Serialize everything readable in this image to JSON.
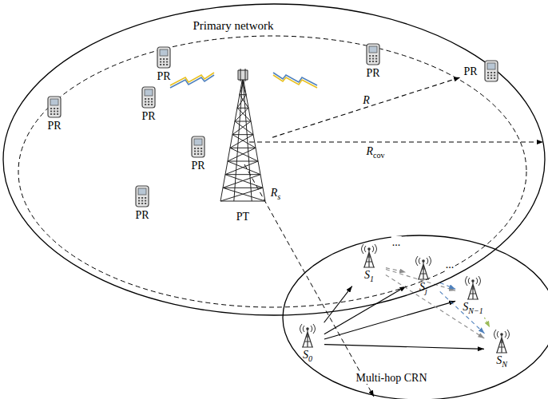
{
  "diagram": {
    "nodes": [
      {
        "text": [
          "Primary network"
        ]
      },
      {
        "text": [
          "PT"
        ],
        "in": 0
      },
      {
        "text": [
          "PR"
        ],
        "in": 0
      },
      {
        "text": [
          "PR"
        ],
        "in": 0
      },
      {
        "text": [
          "PR"
        ],
        "in": 0
      },
      {
        "text": [
          "PR"
        ],
        "in": 0
      },
      {
        "text": [
          "PR"
        ],
        "in": 0
      },
      {
        "text": [
          "PR"
        ],
        "in": 0
      },
      {
        "text": [
          "PR"
        ],
        "in": 0
      },
      {
        "text": [
          "Multi-hop CRN"
        ]
      },
      {
        "text": [
          "S0"
        ],
        "in": 9
      },
      {
        "text": [
          "S1"
        ],
        "in": 9
      },
      {
        "text": [
          "Sj"
        ],
        "in": 9
      },
      {
        "text": [
          "SN−1"
        ],
        "in": 9
      },
      {
        "text": [
          "SN"
        ],
        "in": 9
      }
    ],
    "edges": [
      {
        "from": 1,
        "to": 4,
        "label": "R",
        "arrow": "to"
      },
      {
        "from": 10,
        "to": 11,
        "arrow": "to"
      },
      {
        "from": 10,
        "to": 12,
        "arrow": "to"
      },
      {
        "from": 10,
        "to": 13,
        "arrow": "to"
      },
      {
        "from": 10,
        "to": 14,
        "arrow": "to"
      },
      {
        "from": 11,
        "to": 12,
        "arrow": "to"
      },
      {
        "from": 11,
        "to": 13,
        "arrow": "to"
      },
      {
        "from": 11,
        "to": 14,
        "arrow": "to"
      },
      {
        "from": 12,
        "to": 13,
        "arrow": "to"
      },
      {
        "from": 12,
        "to": 14,
        "arrow": "to"
      },
      {
        "from": 13,
        "to": 14,
        "arrow": "to"
      }
    ],
    "labels": [
      "Rcov",
      "Rs",
      "...",
      "..."
    ]
  }
}
